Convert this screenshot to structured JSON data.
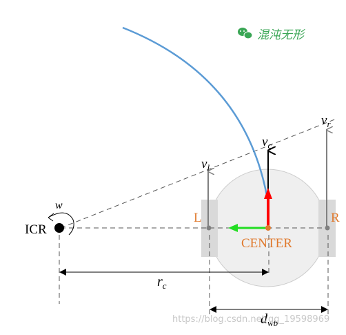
{
  "watermark_top": {
    "text": "混沌无形",
    "icon": "wechat-icon",
    "color": "#3aa655"
  },
  "watermark_bottom": {
    "text": "https://blog.csdn.net/qq_19598969",
    "color": "#c8c8c8"
  },
  "labels": {
    "icr": "ICR",
    "omega_symbol": "w",
    "wheel_left": "L",
    "wheel_right": "R",
    "center": "CENTER",
    "v_left_main": "v",
    "v_left_sub": "l",
    "v_center_main": "v",
    "v_center_sub": "c",
    "v_right_main": "v",
    "v_right_sub": "r",
    "rc_main": "r",
    "rc_sub": "c",
    "dwb_main": "d",
    "dwb_sub": "wb"
  },
  "colors": {
    "trajectory": "#5b9bd5",
    "orange": "#e07a2e",
    "heading_arrow": "#ff0000",
    "lateral_arrow": "#22dd22",
    "gray": "#808080",
    "dark": "#404040",
    "body_fill": "#efefef",
    "wheel_fill": "#d9d9d9"
  }
}
